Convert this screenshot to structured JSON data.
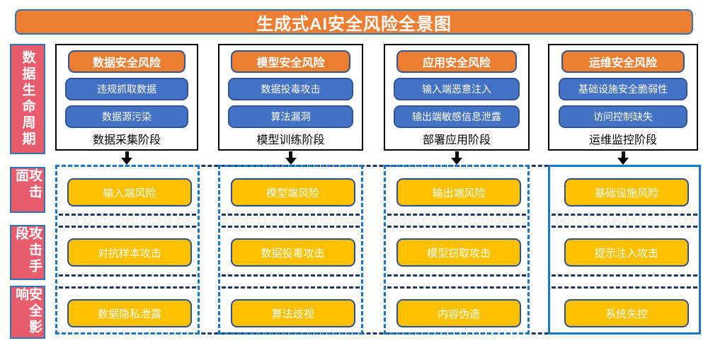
{
  "title": "生成式AI安全风险全景图",
  "side_labels": {
    "lifecycle": "数据生命周期",
    "attack_surface": "攻击面",
    "attack_method": "攻击手段",
    "security_impact": "安全影响"
  },
  "lifecycle_columns": [
    {
      "id": "data",
      "header": "数据安全风险",
      "risks": [
        "违规抓取数据",
        "数据源污染"
      ],
      "stage": "数据采集阶段"
    },
    {
      "id": "model",
      "header": "模型安全风险",
      "risks": [
        "数据投毒攻击",
        "算法漏洞"
      ],
      "stage": "模型训练阶段"
    },
    {
      "id": "app",
      "header": "应用安全风险",
      "risks": [
        "输入端恶意注入",
        "输出端敏感信息泄露"
      ],
      "stage": "部署应用阶段"
    },
    {
      "id": "ops",
      "header": "运维安全风险",
      "risks": [
        "基础设施安全脆弱性",
        "访问控制缺失"
      ],
      "stage": "运维监控阶段"
    }
  ],
  "matrix_rows": [
    {
      "id": "attack-surface",
      "cells": [
        "输入端风险",
        "模型端风险",
        "输出端风险",
        "基础设施风险"
      ]
    },
    {
      "id": "attack-method",
      "cells": [
        "对抗样本攻击",
        "数据投毒攻击",
        "模型窃取攻击",
        "提示注入攻击"
      ]
    },
    {
      "id": "security-impact",
      "cells": [
        "数据隐私泄露",
        "算法歧视",
        "内容伪造",
        "系统失控"
      ]
    }
  ],
  "colors": {
    "banner_orange": "#ED7D31",
    "card_blue": "#4472C4",
    "label_red": "#E85D6E",
    "yellow": "#FFC000",
    "dash_dark_blue": "#1F3864",
    "dash_bright_blue": "#1878CC",
    "border_blue": "#2E75B6"
  }
}
